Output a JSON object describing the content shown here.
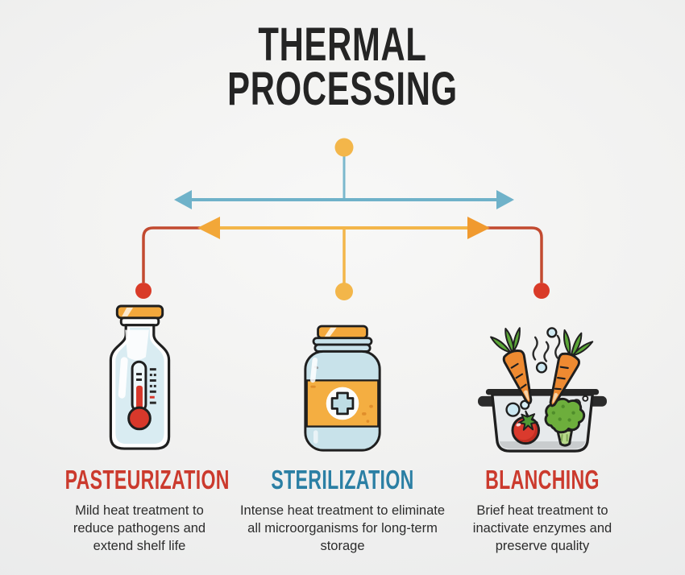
{
  "title": {
    "line1": "THERMAL",
    "line2": "PROCESSING"
  },
  "connector": {
    "description": "central node branching to three thermal processes",
    "colors": {
      "blue_line": "#6fb2c9",
      "yellow_line": "#f3b64a",
      "orange_arrow": "#f0a338",
      "red_line": "#c24a30",
      "red_dot": "#d93b28",
      "yellow_dot": "#f3b64a"
    }
  },
  "items": [
    {
      "name": "pasteurization",
      "icon": "milk-bottle-thermometer-icon",
      "heading": "PASTEURIZATION",
      "heading_color": "#cb3a2d",
      "description": "Mild heat treatment to reduce pathogens and extend shelf life"
    },
    {
      "name": "sterilization",
      "icon": "mason-jar-cross-icon",
      "heading": "STERILIZATION",
      "heading_color": "#2b7fa4",
      "description": "Intense heat treatment to eliminate all microorganisms for long-term storage"
    },
    {
      "name": "blanching",
      "icon": "pot-vegetables-icon",
      "heading": "BLANCHING",
      "heading_color": "#cb3a2d",
      "description": "Brief heat treatment to inactivate enzymes and preserve quality"
    }
  ],
  "colors": {
    "background": "#efefee",
    "title_text": "#242424",
    "description_text": "#2c2c2c"
  }
}
